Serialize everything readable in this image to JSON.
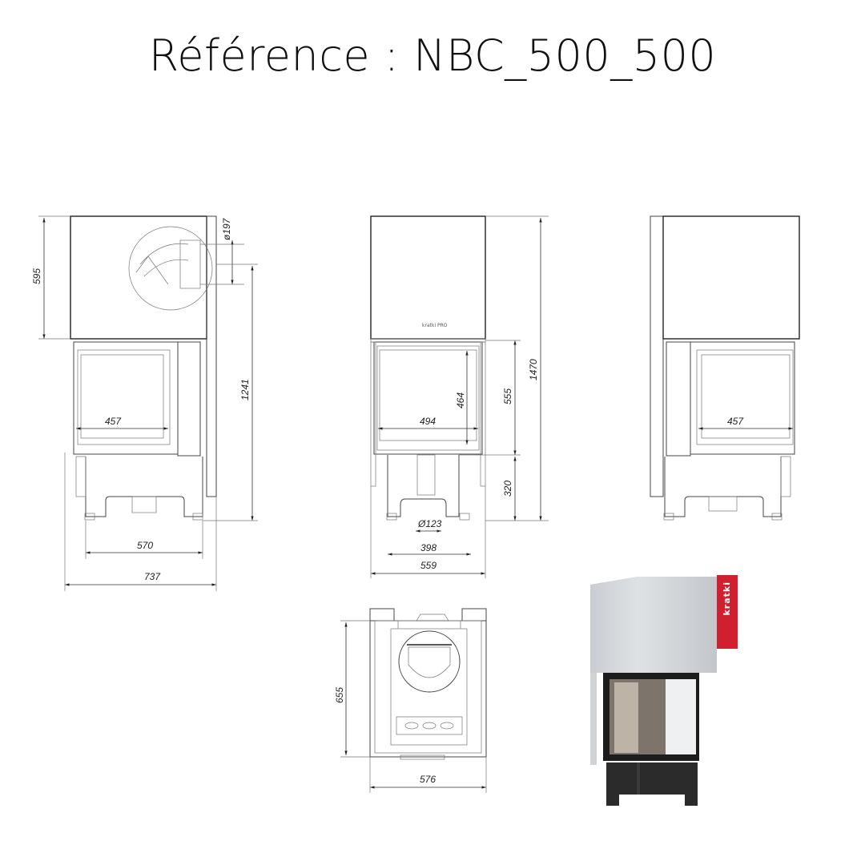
{
  "header": {
    "title": "Référence : NBC_500_500"
  },
  "views": {
    "left_side": {
      "dims": {
        "upper_height": "595",
        "flue_diameter": "ø197",
        "total_to_flue": "1241",
        "glass_width": "457",
        "legs_width": "570",
        "total_depth": "737"
      }
    },
    "front": {
      "logo": "kratki PRO",
      "dims": {
        "total_height": "1470",
        "door_height": "555",
        "glass_height": "464",
        "glass_width": "494",
        "base_height": "320",
        "air_inlet_diameter": "Ø123",
        "legs_width": "398",
        "total_width": "559"
      }
    },
    "right_side": {
      "dims": {
        "glass_width": "457"
      }
    },
    "top": {
      "dims": {
        "depth": "655",
        "width": "576"
      }
    }
  },
  "product_image": {
    "brand_badge": "kratki",
    "badge_color": "#d0202f"
  }
}
